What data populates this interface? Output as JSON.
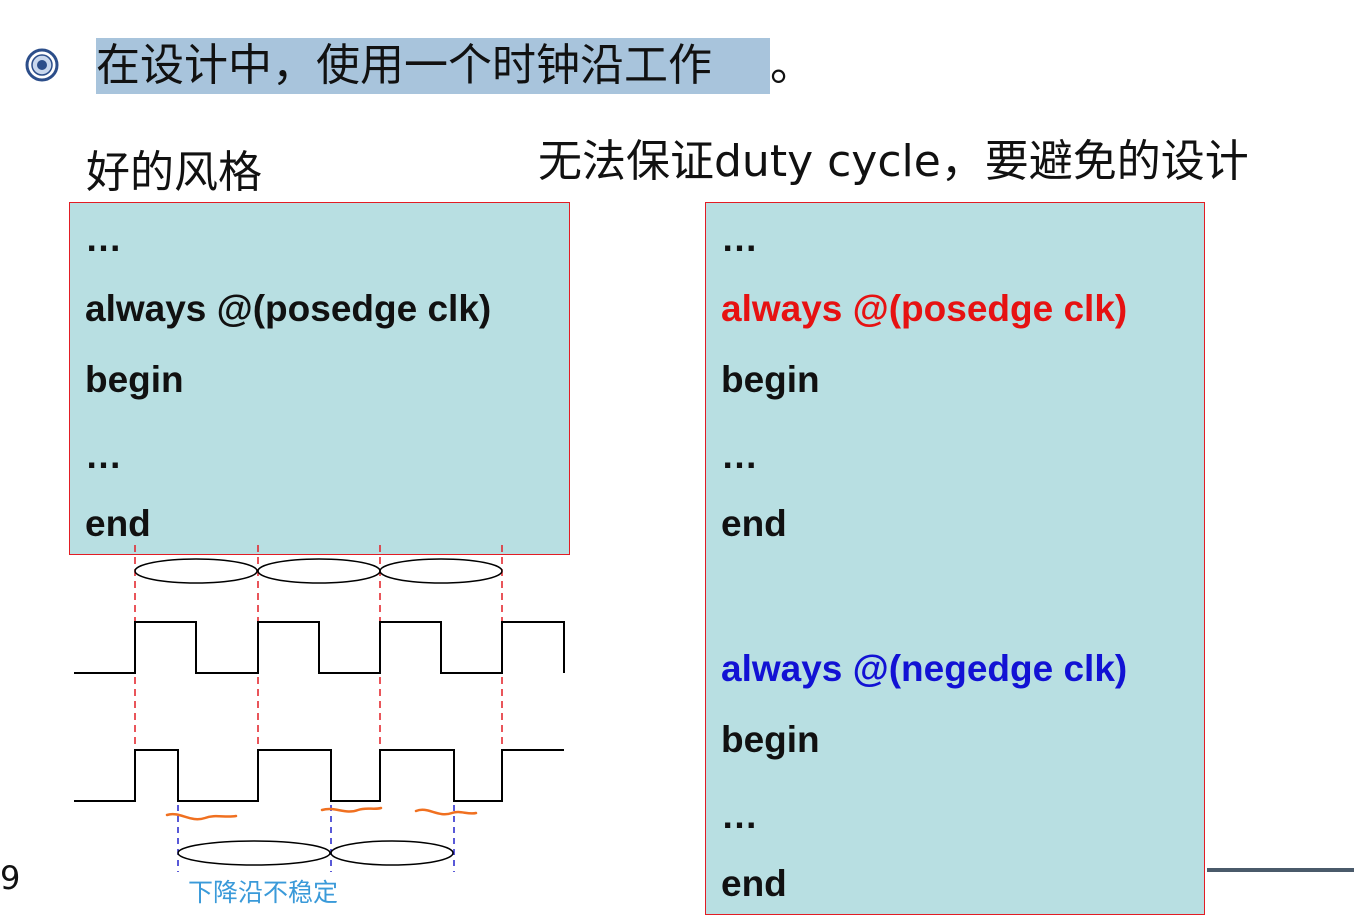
{
  "heading": "在设计中，使用一个时钟沿工作",
  "heading_tail": "。",
  "left_title": "好的风格",
  "right_title": "无法保证duty cycle，要避免的设计",
  "left_code": [
    "…",
    "always @(posedge clk)",
    "begin",
    "…",
    "end"
  ],
  "right_code": [
    "…",
    "always @(posedge clk)",
    "begin",
    "…",
    "end",
    "always @(negedge clk)",
    "begin",
    "…",
    "end"
  ],
  "page_number": "9",
  "waveform_note": "下降沿不稳定",
  "colors": {
    "heading_highlight": "#a8c4dc",
    "code_box_fill": "#b8dfe2",
    "code_box_border": "#e21d24",
    "posedge_text": "#e61212",
    "negedge_text": "#1212d4",
    "clock_edge_guides": "#e21d24",
    "falling_edge_guides": "#2222cc",
    "unstable_marks": "#f07020",
    "note_text": "#3a9ad9"
  }
}
